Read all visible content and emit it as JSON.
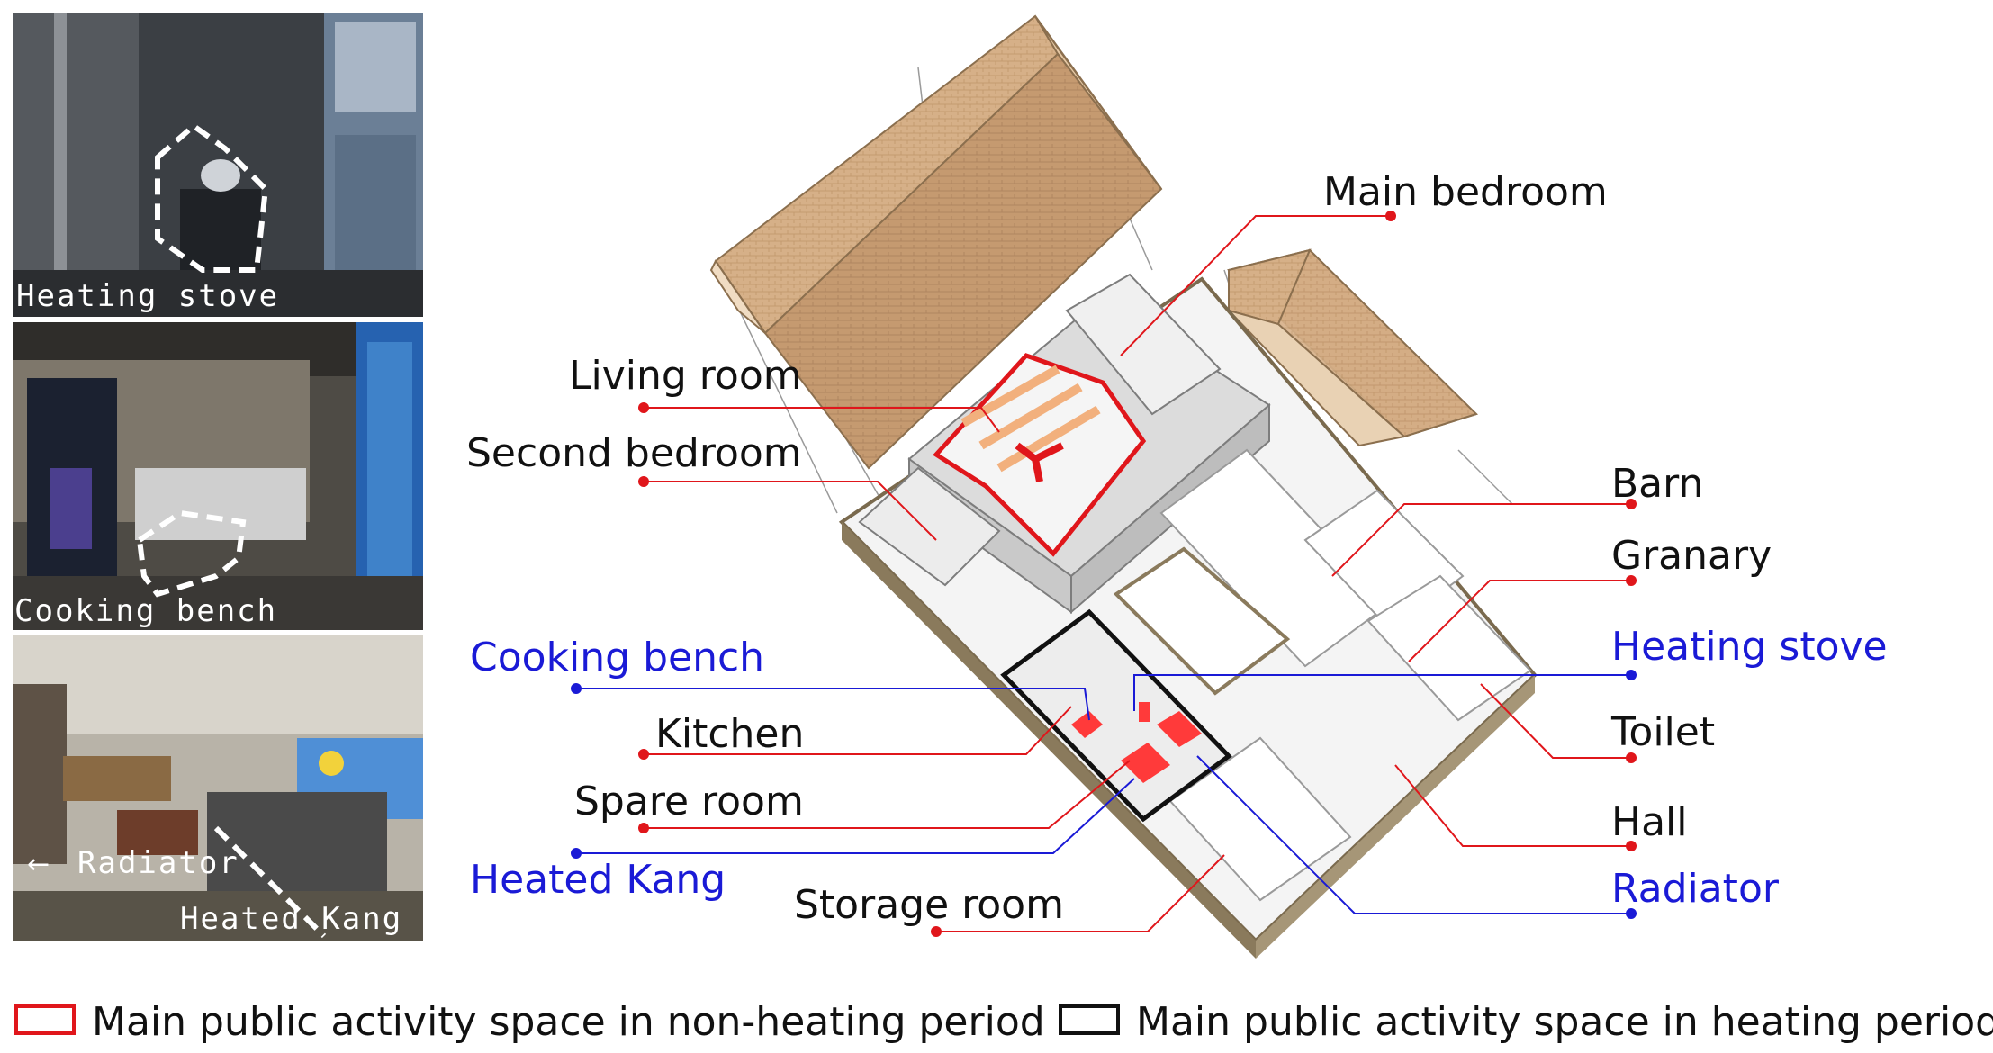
{
  "photos": [
    {
      "caption": "Heating stove"
    },
    {
      "caption": "Cooking bench"
    },
    {
      "caption_left": "Radiator",
      "caption_right": "Heated Kang"
    }
  ],
  "labels": {
    "main_bedroom": "Main bedroom",
    "living_room": "Living room",
    "second_bedroom": "Second bedroom",
    "cooking_bench": "Cooking bench",
    "kitchen": "Kitchen",
    "spare_room": "Spare room",
    "heated_kang": "Heated Kang",
    "storage_room": "Storage room",
    "barn": "Barn",
    "granary": "Granary",
    "heating_stove": "Heating stove",
    "toilet": "Toilet",
    "hall": "Hall",
    "radiator": "Radiator"
  },
  "legend": {
    "non_heating": "Main public activity space in non-heating period",
    "heating": "Main public activity space in heating period"
  },
  "colors": {
    "red": "#e0161b",
    "blue": "#1a1ad6",
    "roof": "#d9b58c",
    "wall": "#e8e8e8",
    "base": "#8a7a5c"
  }
}
